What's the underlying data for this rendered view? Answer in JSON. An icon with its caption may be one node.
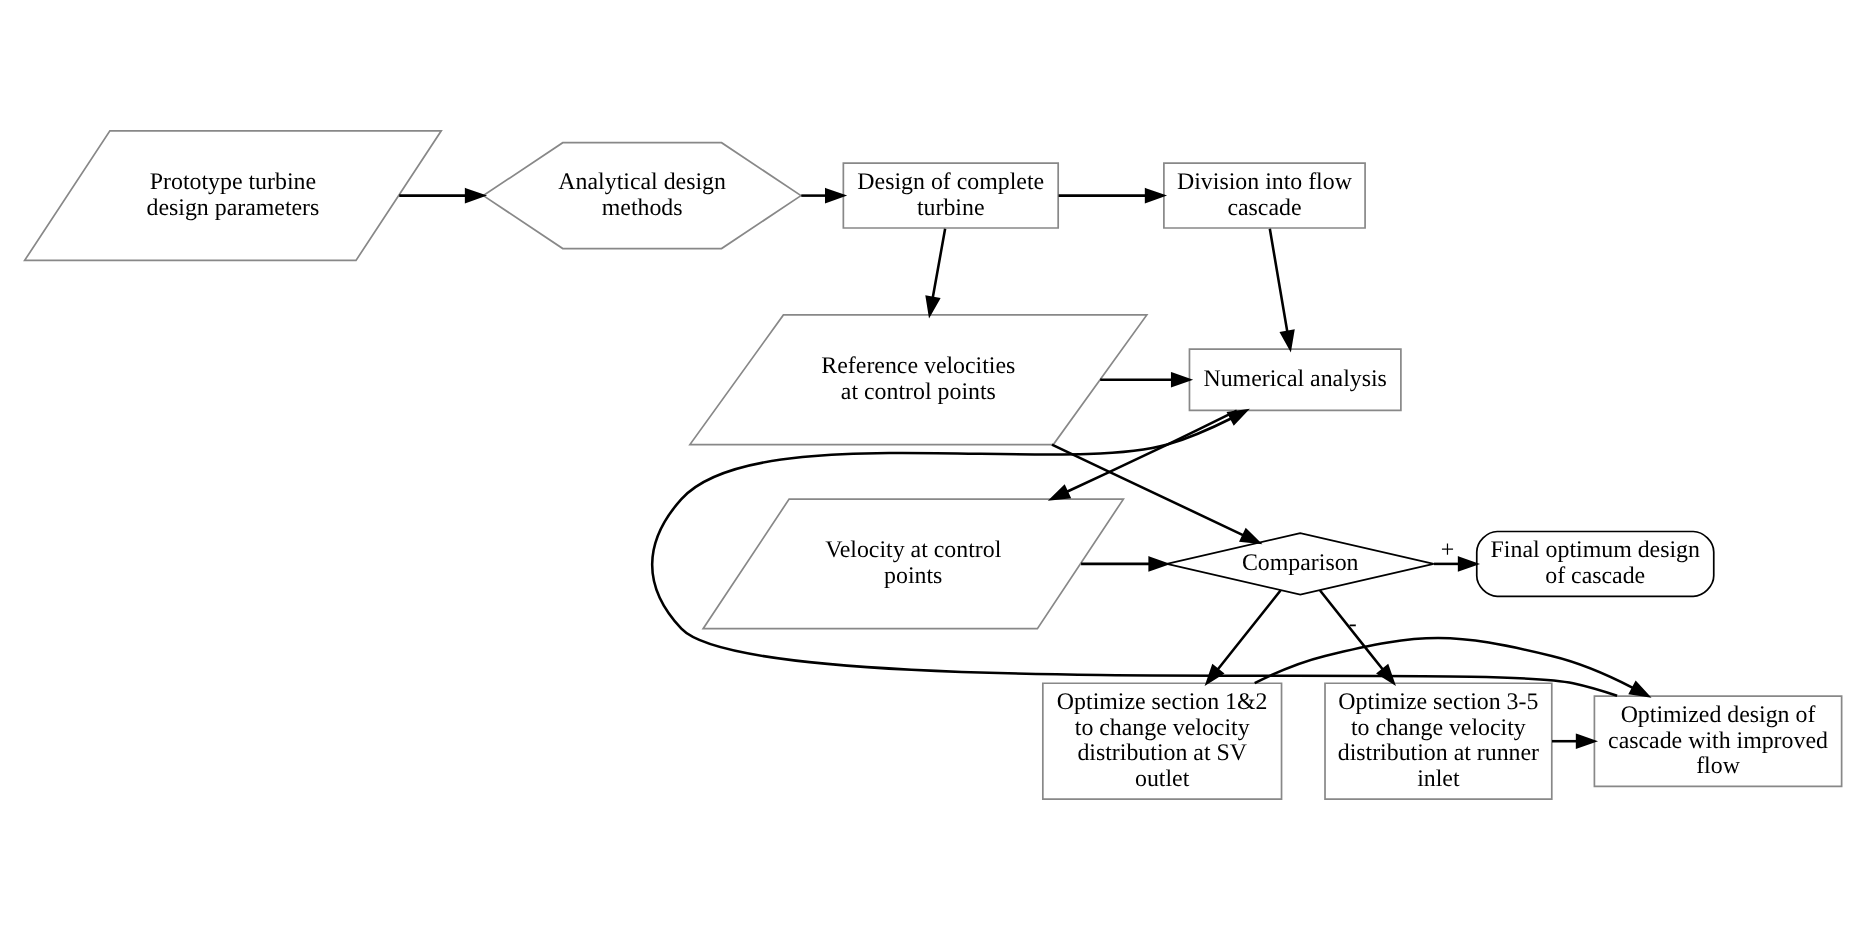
{
  "diagram": {
    "nodes": [
      {
        "text": [
          "Prototype turbine design parameters"
        ]
      },
      {
        "text": [
          "Analytical design methods"
        ]
      },
      {
        "text": [
          "Design of complete turbine"
        ]
      },
      {
        "text": [
          "Division into flow cascade"
        ]
      },
      {
        "text": [
          "Reference velocities at control points"
        ]
      },
      {
        "text": [
          "Numerical analysis"
        ]
      },
      {
        "text": [
          "Final optimum design of cascade"
        ]
      },
      {
        "text": [
          "Comparison"
        ]
      },
      {
        "text": [
          "Velocity at control points"
        ]
      },
      {
        "text": [
          "Optimize section 3-5 to change velocity distribution at runner inlet"
        ]
      },
      {
        "text": [
          "Optimize section 1&2 to change velocity distribution at SV outlet"
        ]
      },
      {
        "text": [
          "Optimized design of cascade with improved flow"
        ]
      }
    ],
    "edges": [
      {
        "from": 0,
        "to": 1,
        "arrow": "to"
      },
      {
        "from": 1,
        "to": 2,
        "arrow": "to"
      },
      {
        "from": 2,
        "to": 3,
        "arrow": "to"
      },
      {
        "from": 2,
        "to": 4,
        "arrow": "to"
      },
      {
        "from": 3,
        "to": 5,
        "arrow": "to"
      },
      {
        "from": 4,
        "to": 5,
        "arrow": "to"
      },
      {
        "from": 4,
        "to": 7,
        "arrow": "to"
      },
      {
        "from": 5,
        "to": 8,
        "arrow": "to"
      },
      {
        "from": 8,
        "to": 7,
        "arrow": "to"
      },
      {
        "from": 7,
        "to": 6,
        "arrow": "to",
        "label": "+"
      },
      {
        "from": 7,
        "to": 9,
        "arrow": "to",
        "label": "-"
      },
      {
        "from": 7,
        "to": 10,
        "arrow": "to"
      },
      {
        "from": 10,
        "to": 11,
        "arrow": "to"
      },
      {
        "from": 9,
        "to": 11,
        "arrow": "to"
      },
      {
        "from": 11,
        "to": 5,
        "arrow": "to"
      }
    ]
  }
}
